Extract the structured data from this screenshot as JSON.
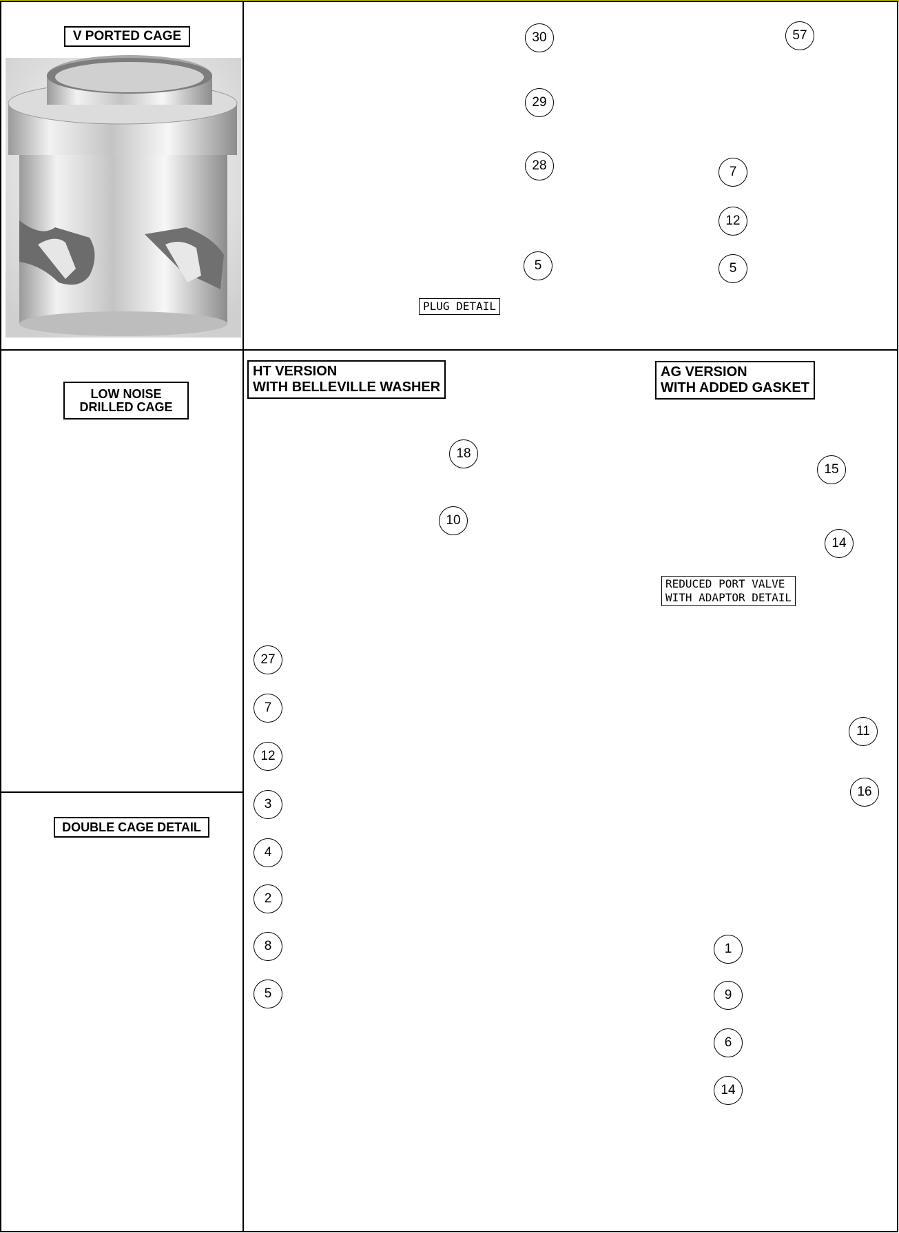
{
  "panels": {
    "v_ported_cage": {
      "label": "V PORTED CAGE"
    },
    "low_noise_cage": {
      "label_line1": "LOW NOISE",
      "label_line2": "DRILLED CAGE"
    },
    "double_cage": {
      "label": "DOUBLE CAGE DETAIL"
    },
    "plug_detail": {
      "label": "PLUG DETAIL"
    },
    "ht_version": {
      "line1": "HT VERSION",
      "line2": "WITH BELLEVILLE WASHER"
    },
    "ag_version": {
      "line1": "AG VERSION",
      "line2": "WITH ADDED GASKET"
    },
    "reduced_port": {
      "line1": "REDUCED PORT VALVE",
      "line2": "WITH ADAPTOR DETAIL"
    }
  },
  "balloons": {
    "plug": [
      "30",
      "29",
      "28",
      "5"
    ],
    "stem": [
      "57",
      "7",
      "12",
      "5"
    ],
    "ht": [
      "18",
      "10"
    ],
    "ag": [
      "15",
      "14"
    ],
    "adaptor": [
      "11",
      "16"
    ],
    "main_left": [
      "27",
      "7",
      "12",
      "3",
      "4",
      "2",
      "8",
      "5"
    ],
    "main_right": [
      "1",
      "9",
      "6",
      "14"
    ]
  },
  "colors": {
    "frame": "#000000",
    "top_accent": "#c8c800",
    "metal_light": "#e8e8e8",
    "metal_dark": "#6a6a6a"
  }
}
